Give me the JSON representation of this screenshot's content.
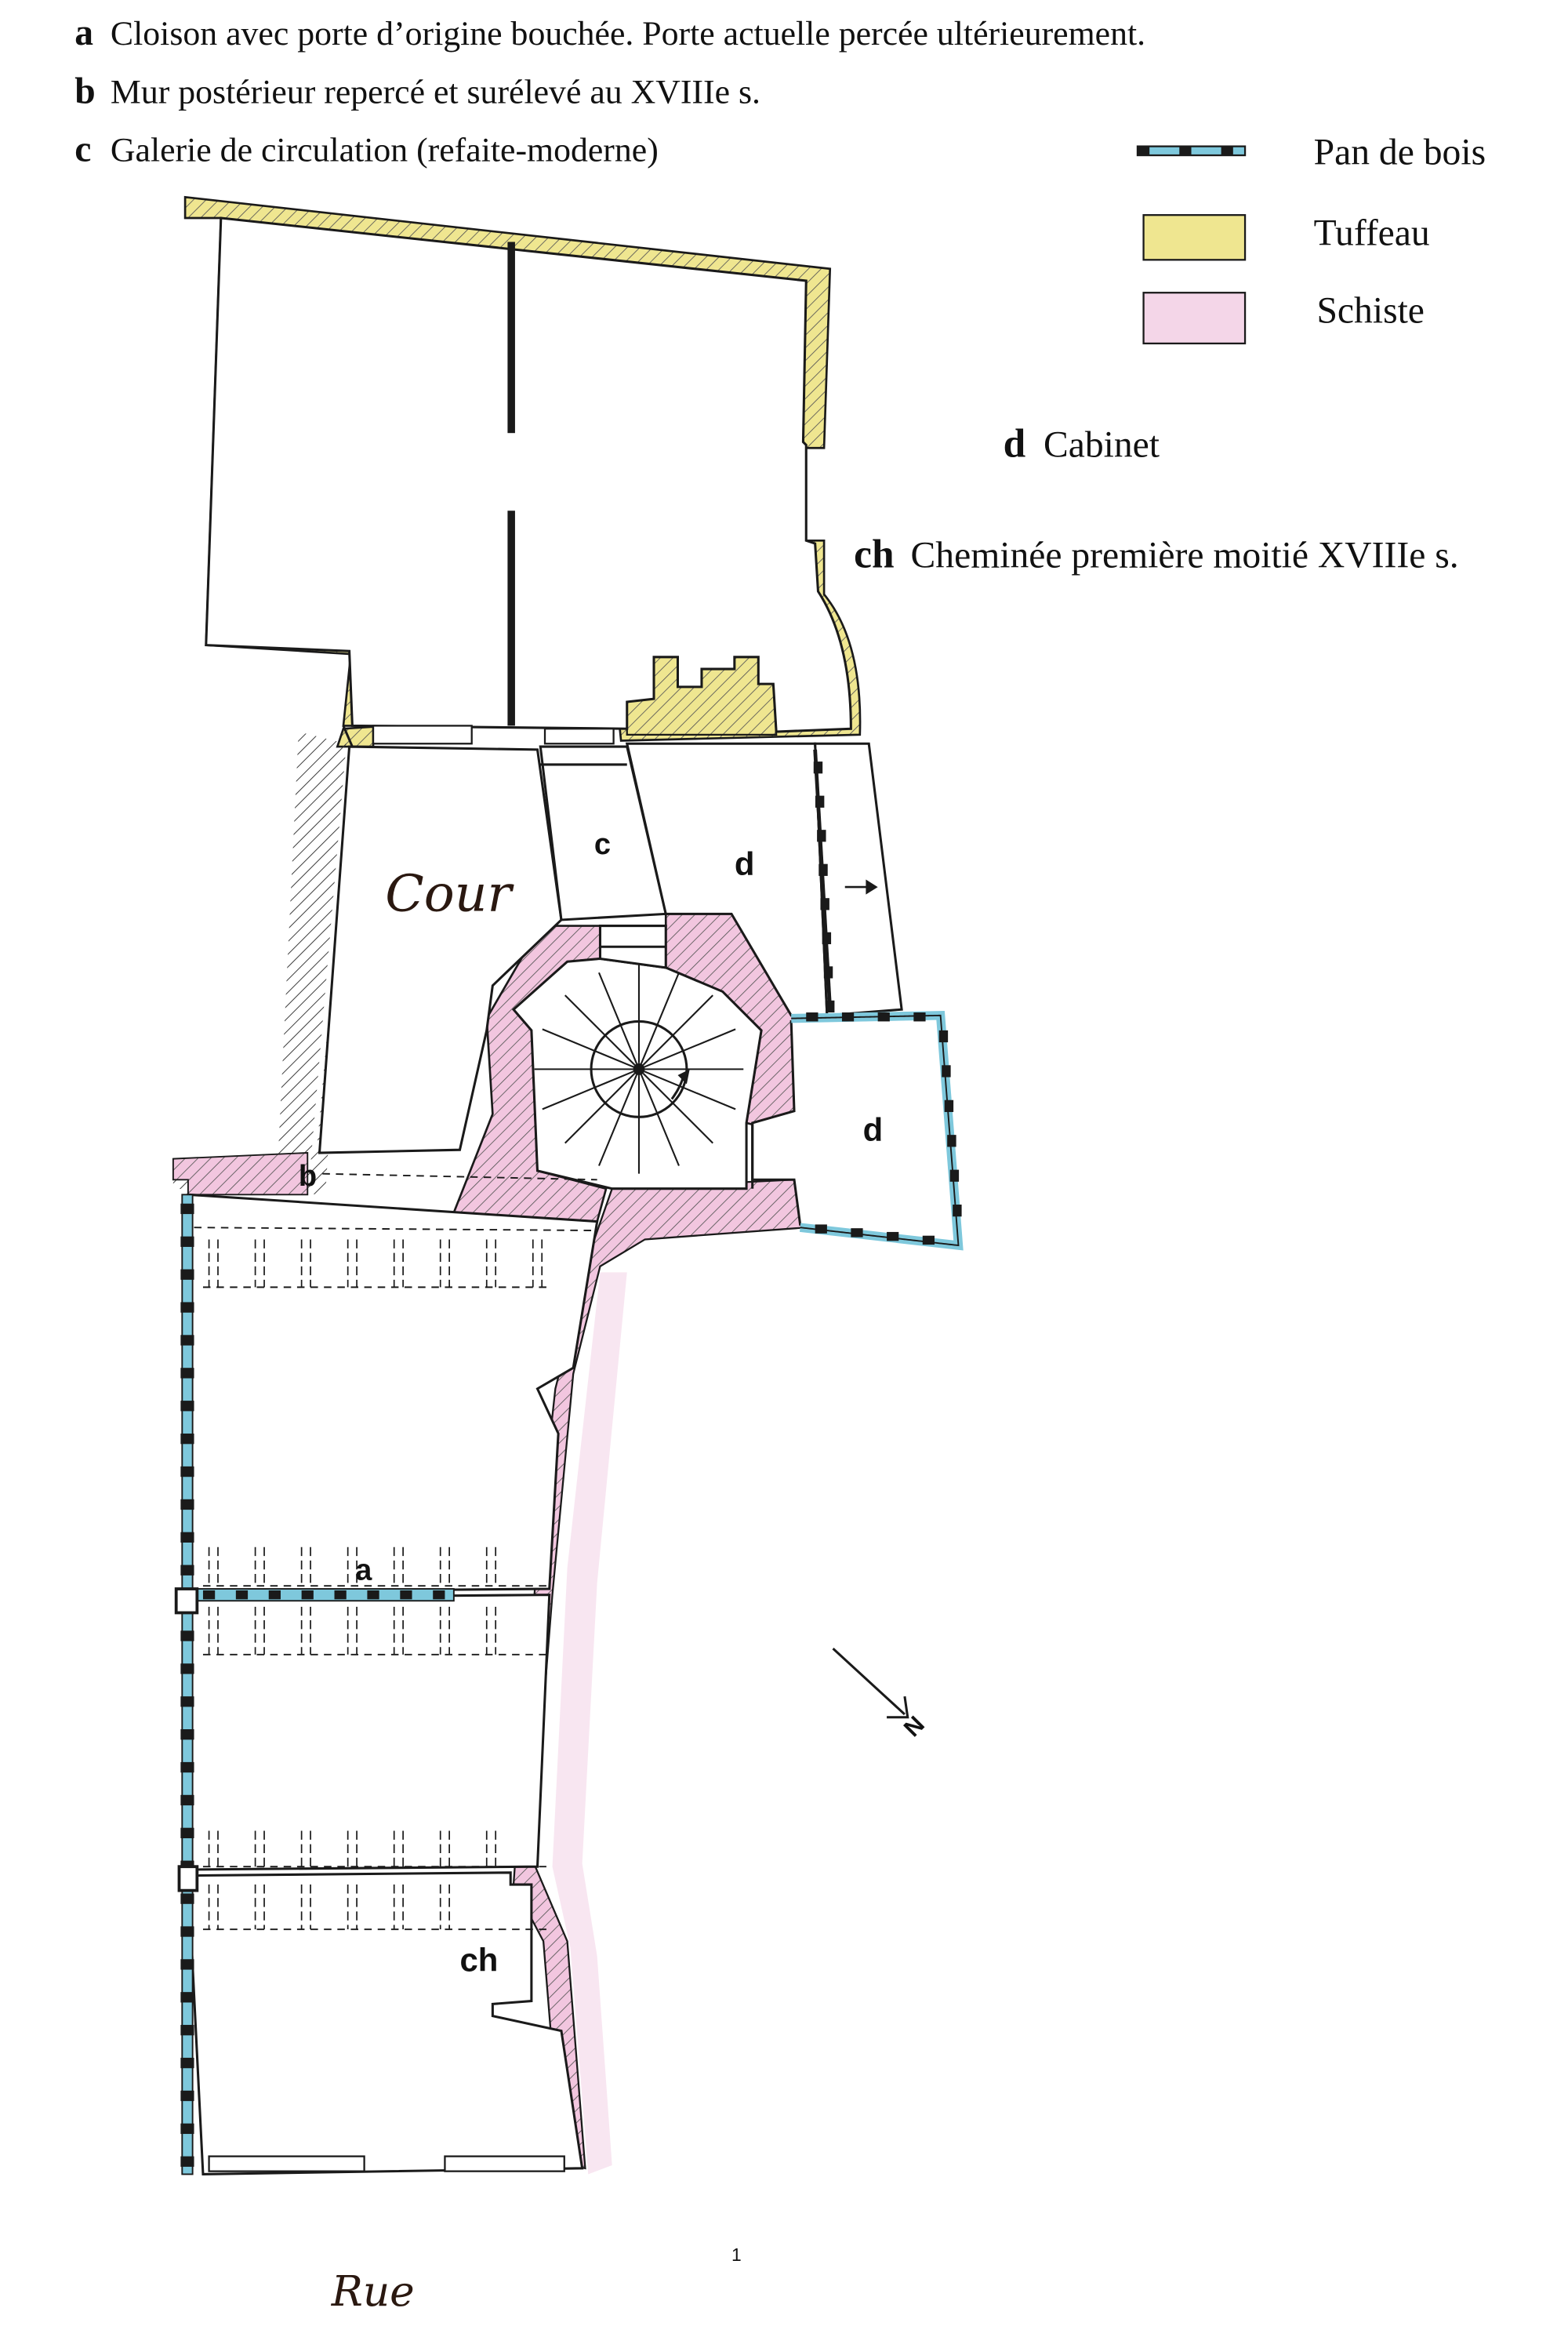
{
  "colors": {
    "tuffeau": "#efe690",
    "schiste": "#f2c6df",
    "pan_de_bois": "#7ec8dc",
    "wall_line": "#1a1a1a",
    "handwriting": "#2a1810"
  },
  "notes": [
    {
      "key": "a",
      "text": "Cloison avec porte d’origine bouchée. Porte actuelle percée ultérieurement."
    },
    {
      "key": "b",
      "text": "Mur postérieur repercé et surélevé au XVIIIe s."
    },
    {
      "key": "c",
      "text": "Galerie de circulation (refaite-moderne)"
    }
  ],
  "legend": {
    "pan_de_bois": "Pan de bois",
    "tuffeau": "Tuffeau",
    "schiste": "Schiste"
  },
  "side_notes": [
    {
      "key": "d",
      "text": "Cabinet"
    },
    {
      "key": "ch",
      "text": "Cheminée première moitié XVIIIe s."
    }
  ],
  "plan_labels": {
    "cour": "Cour",
    "c": "c",
    "d_upper": "d",
    "d_lower": "d",
    "b": "b",
    "a": "a",
    "ch": "ch",
    "rue": "Rue",
    "north": "N",
    "page_number": "1"
  },
  "icons": {
    "north_arrow": "north-arrow-icon",
    "door_arrow": "arrow-right-icon",
    "stair": "spiral-staircase-icon"
  }
}
